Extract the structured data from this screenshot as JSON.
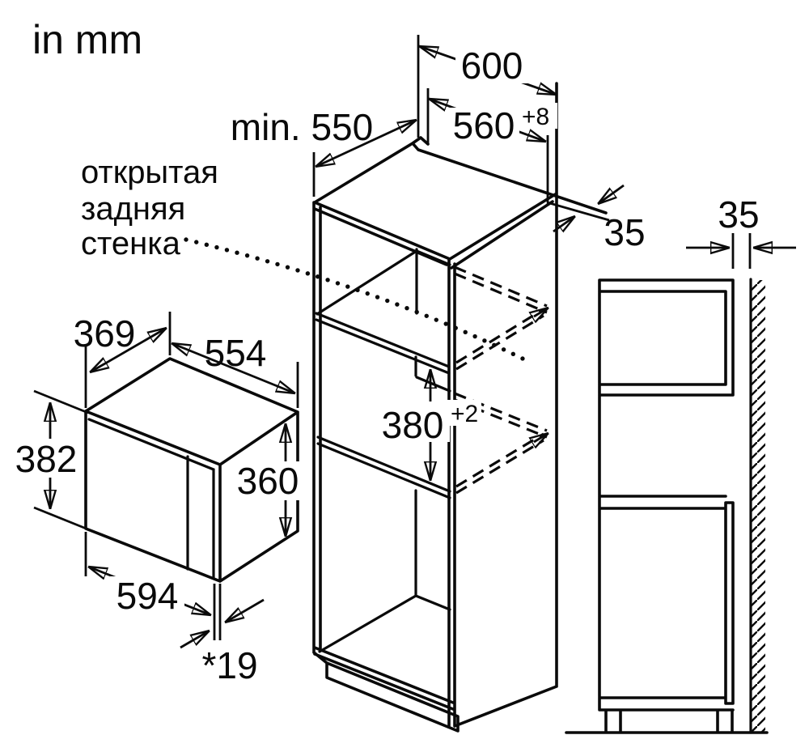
{
  "drawing": {
    "unit_label": "in mm",
    "note": {
      "line1": "открытая",
      "line2": "задняя",
      "line3": "стенка"
    },
    "dims": {
      "cabinet_depth": "min. 550",
      "cabinet_width": "600",
      "niche_width": "560",
      "niche_width_tolerance": "+8",
      "iso_wall_gap": "35",
      "side_wall_gap": "35",
      "mw_depth": "369",
      "mw_top_width": "554",
      "mw_total_height": "382",
      "mw_body_height": "360",
      "niche_height": "380",
      "niche_height_tolerance": "+2",
      "mw_front_width": "594",
      "door_projection": "*19"
    },
    "colors": {
      "ink": "#0a0a0a",
      "paper": "#ffffff"
    }
  }
}
